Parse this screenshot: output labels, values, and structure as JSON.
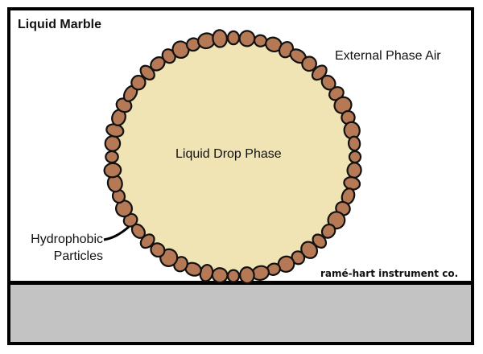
{
  "diagram": {
    "title": "Liquid Marble",
    "external_phase_label": "External Phase Air",
    "drop_phase_label": "Liquid Drop Phase",
    "particles_label_line1": "Hydrophobic",
    "particles_label_line2": "Particles",
    "credit": "ramé-hart instrument co."
  },
  "colors": {
    "border": "#000000",
    "background": "#ffffff",
    "drop_fill": "#f0e3b4",
    "particle_fill": "#b57a55",
    "particle_stroke": "#111111",
    "substrate_fill": "#c3c3c3"
  }
}
